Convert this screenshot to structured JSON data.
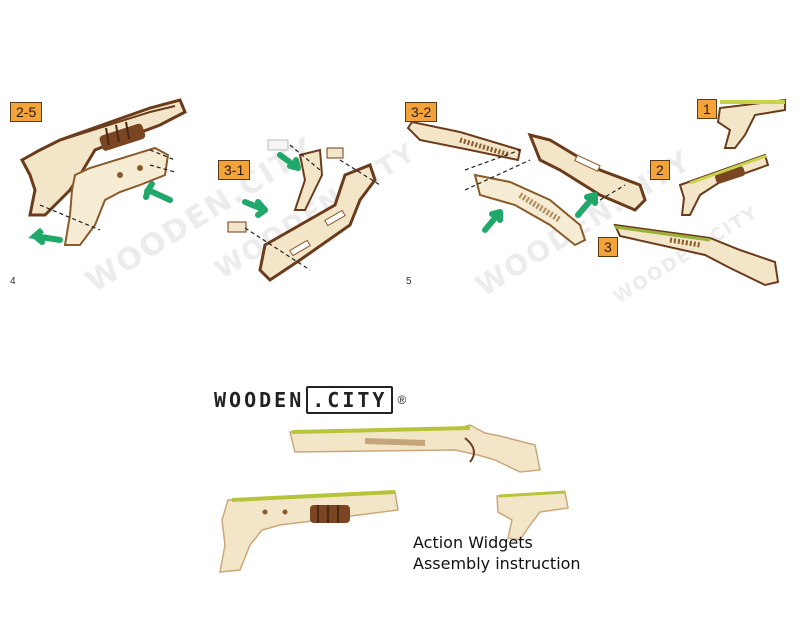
{
  "step_tags": {
    "t25": "2-5",
    "t31": "3-1",
    "t32": "3-2",
    "t1": "1",
    "t2": "2",
    "t3": "3"
  },
  "step_numbers": {
    "left": "4",
    "right": "5"
  },
  "watermark": "WOODEN.CITY",
  "logo": {
    "part1": "WOODEN",
    "part2": ".CITY",
    "mark": "®"
  },
  "caption": {
    "line1": "Action Widgets",
    "line2": "Assembly instruction"
  },
  "colors": {
    "wood": "#f3e6c8",
    "wood_edge": "#8a5a2b",
    "dark_wood": "#6b3c1c",
    "tag": "#f2a33a",
    "arrow": "#1fa86a",
    "yellow_strip": "#c8d34a"
  }
}
